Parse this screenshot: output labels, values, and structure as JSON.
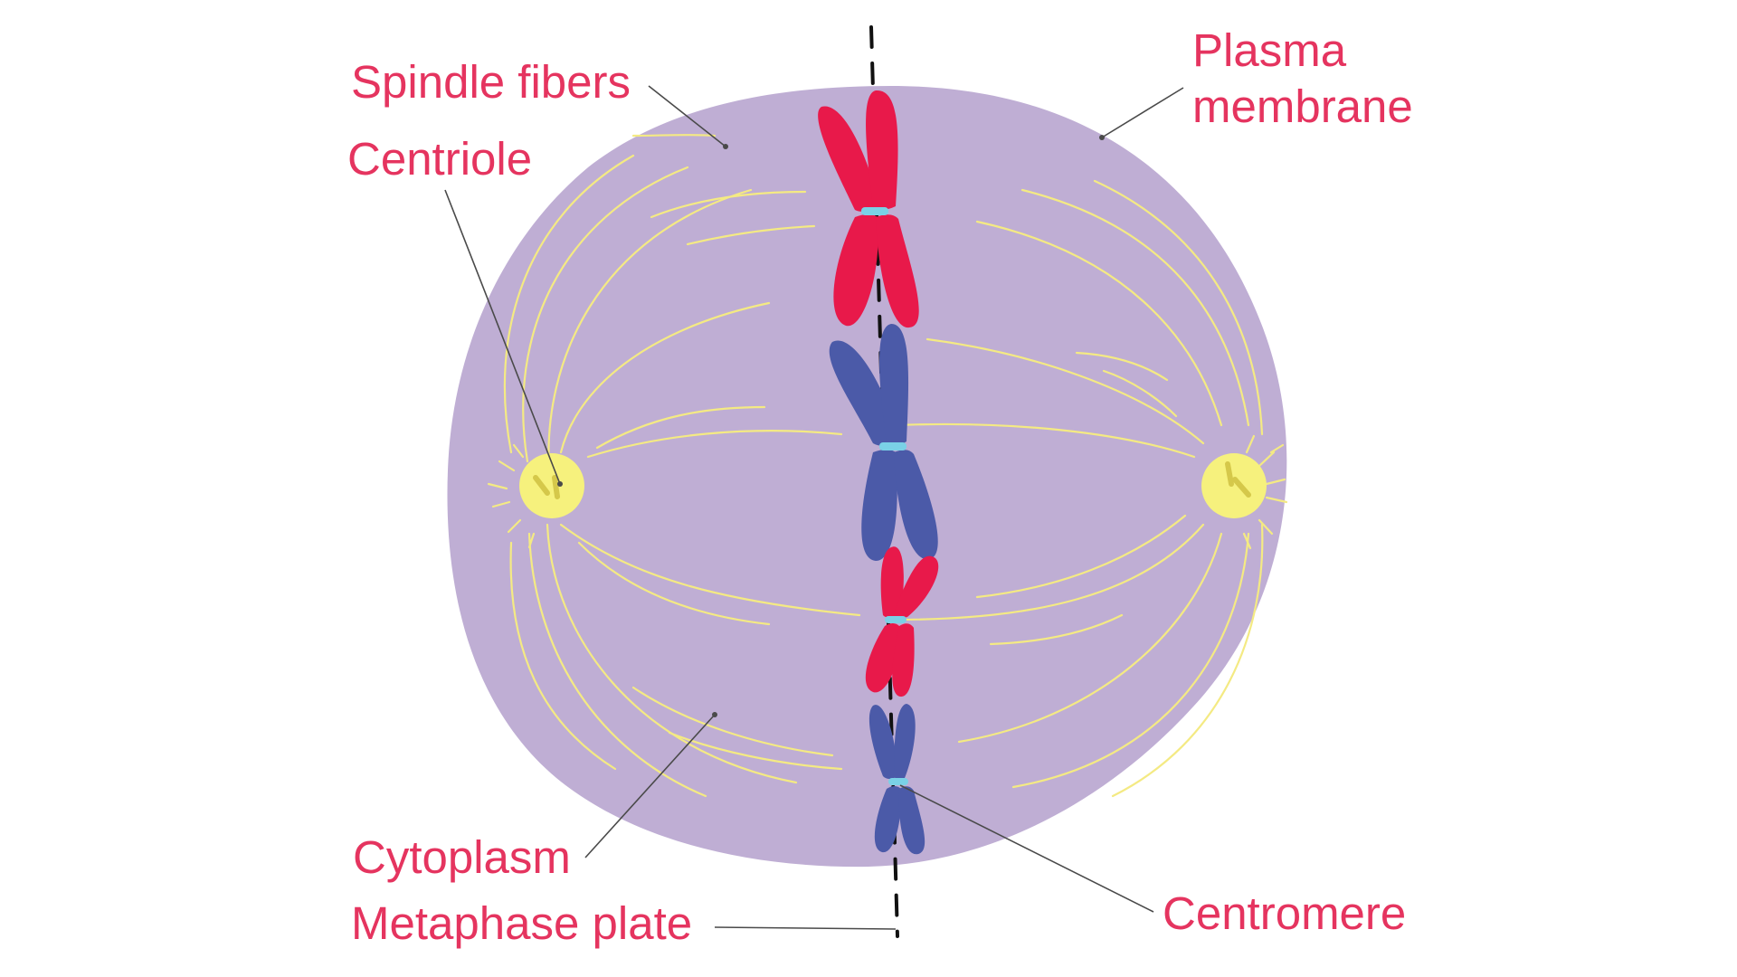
{
  "diagram": {
    "labels": {
      "spindle_fibers": "Spindle fibers",
      "centriole": "Centriole",
      "plasma_membrane_line1": "Plasma",
      "plasma_membrane_line2": "membrane",
      "cytoplasm": "Cytoplasm",
      "metaphase_plate": "Metaphase plate",
      "centromere": "Centromere"
    },
    "colors": {
      "label_text": "#e5345f",
      "cell_fill": "#bfaed4",
      "spindle_fiber": "#f4ea83",
      "centriole_body": "#f6f17d",
      "centriole_rod": "#d5c84a",
      "chromosome_red": "#e8194a",
      "chromosome_blue": "#4b5aa8",
      "centromere": "#7ad1e6",
      "leader_line": "#4a4a4a",
      "plate_line": "#111111"
    },
    "chromosome_colors": [
      "red",
      "blue",
      "red",
      "blue"
    ]
  }
}
